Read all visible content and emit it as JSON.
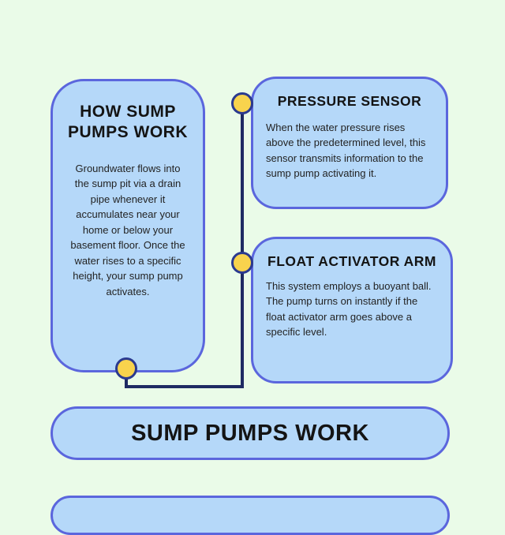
{
  "infographic": {
    "intro_card": {
      "title": "HOW SUMP PUMPS WORK",
      "body": "Groundwater flows into the sump pit via a drain pipe whenever it accumulates near your home or below your basement floor. Once the water rises to a specific height, your sump pump activates."
    },
    "pressure_card": {
      "title": "PRESSURE SENSOR",
      "body": "When the water pressure rises above the predetermined level, this sensor transmits information to the sump pump activating it."
    },
    "float_card": {
      "title": "FLOAT ACTIVATOR ARM",
      "body": "This system employs a buoyant ball. The pump turns on instantly if the float activator arm goes above a specific level."
    },
    "banner_card": {
      "title": "SUMP PUMPS WORK"
    },
    "colors": {
      "background": "#eafbe8",
      "card_fill": "#b5d8f9",
      "card_border": "#5b66dd",
      "node_fill": "#f8d34d",
      "node_border": "#2b3a8f",
      "connector_line": "#1e2a63",
      "title_text": "#141414",
      "body_text": "#232323"
    }
  }
}
